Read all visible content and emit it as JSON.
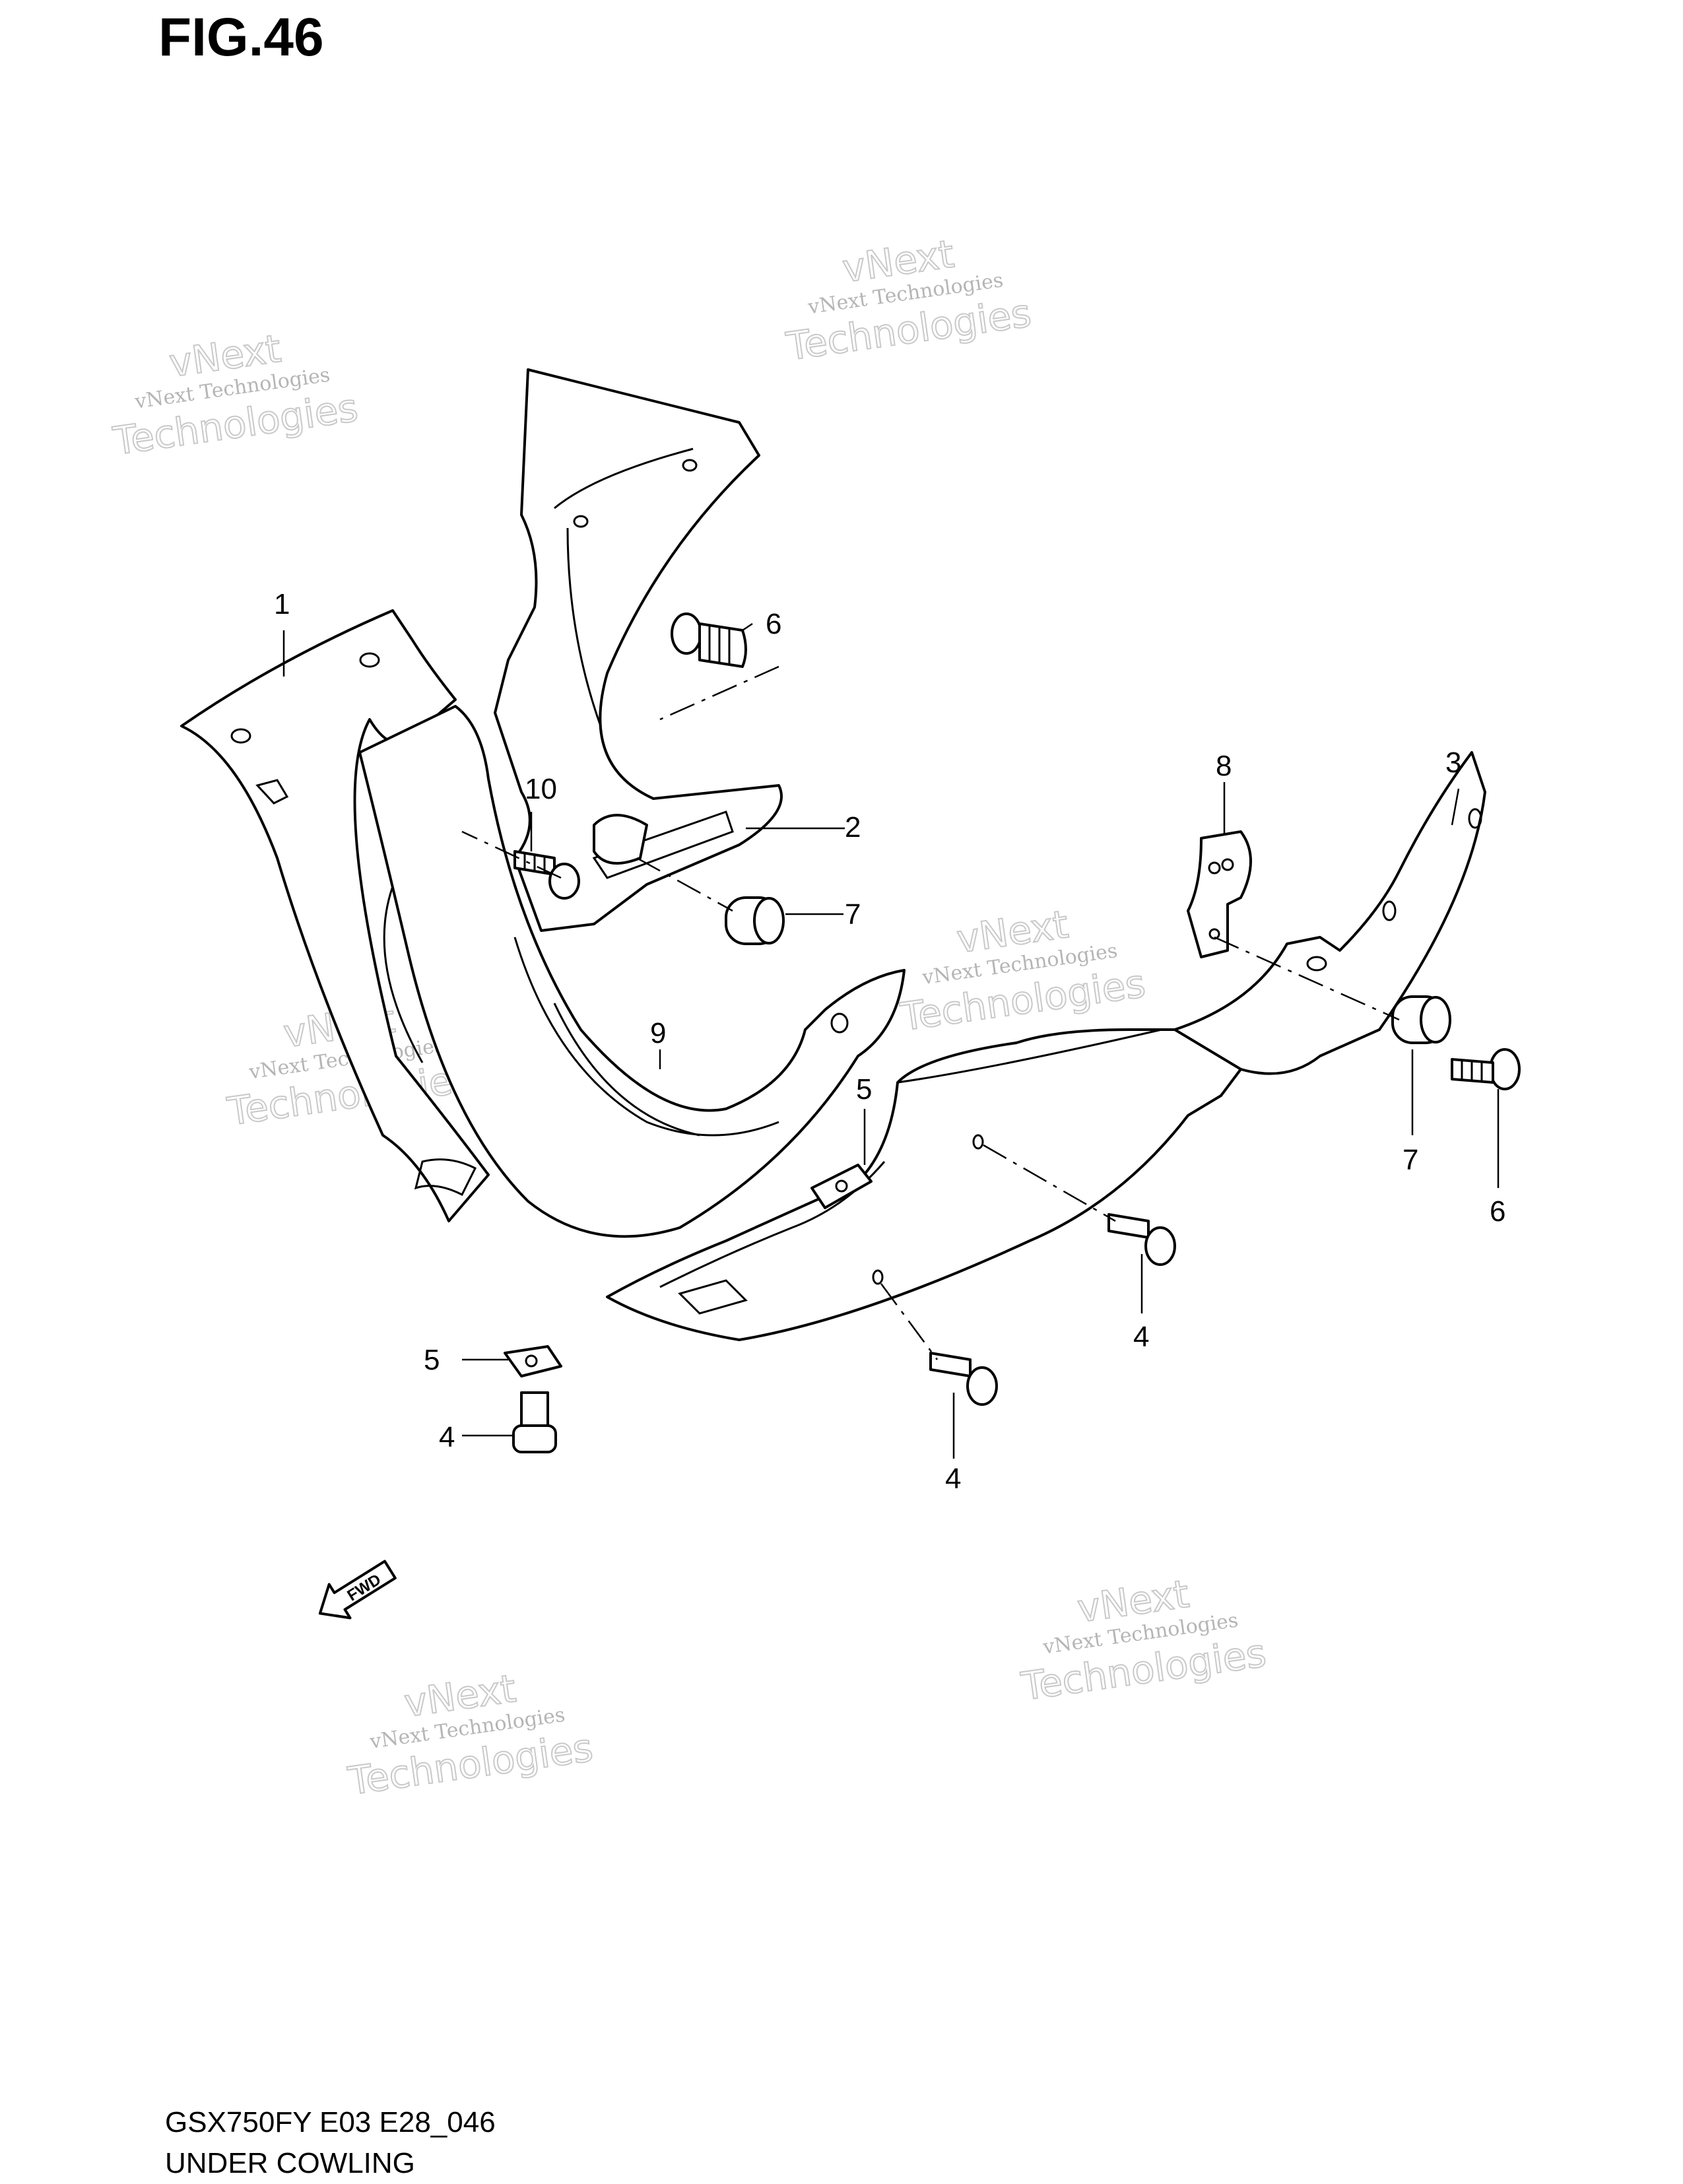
{
  "figure": {
    "title": "FIG.46"
  },
  "footer": {
    "model_code": "GSX750FY E03 E28_046",
    "section": "UNDER COWLING"
  },
  "watermark": {
    "line_small": "vNext Technologies",
    "line_big_a": "vNext",
    "line_big_b": "Technologies"
  },
  "fwd_label": "FWD",
  "callouts": {
    "c1": "1",
    "c2": "2",
    "c3": "3",
    "c4a": "4",
    "c4b": "4",
    "c4c": "4",
    "c5a": "5",
    "c5b": "5",
    "c6a": "6",
    "c6b": "6",
    "c7a": "7",
    "c7b": "7",
    "c8": "8",
    "c9": "9",
    "c10": "10"
  }
}
